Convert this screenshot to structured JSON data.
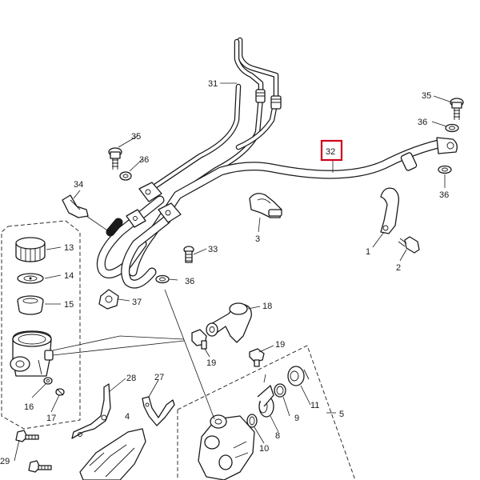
{
  "diagram": {
    "highlight_color": "#d0021b",
    "line_color": "#1a1a1a",
    "highlighted_part": "32",
    "callouts": {
      "c1": "1",
      "c2": "2",
      "c3": "3",
      "c4": "4",
      "c5": "5",
      "c8": "8",
      "c9": "9",
      "c10": "10",
      "c11": "11",
      "c13": "13",
      "c14": "14",
      "c15": "15",
      "c16": "16",
      "c17": "17",
      "c18": "18",
      "c19a": "19",
      "c19b": "19",
      "c27": "27",
      "c28": "28",
      "c29": "29",
      "c31": "31",
      "c32": "32",
      "c33": "33",
      "c34": "34",
      "c35a": "35",
      "c35b": "35",
      "c36a": "36",
      "c36b": "36",
      "c36c": "36",
      "c36d": "36",
      "c37": "37"
    }
  }
}
